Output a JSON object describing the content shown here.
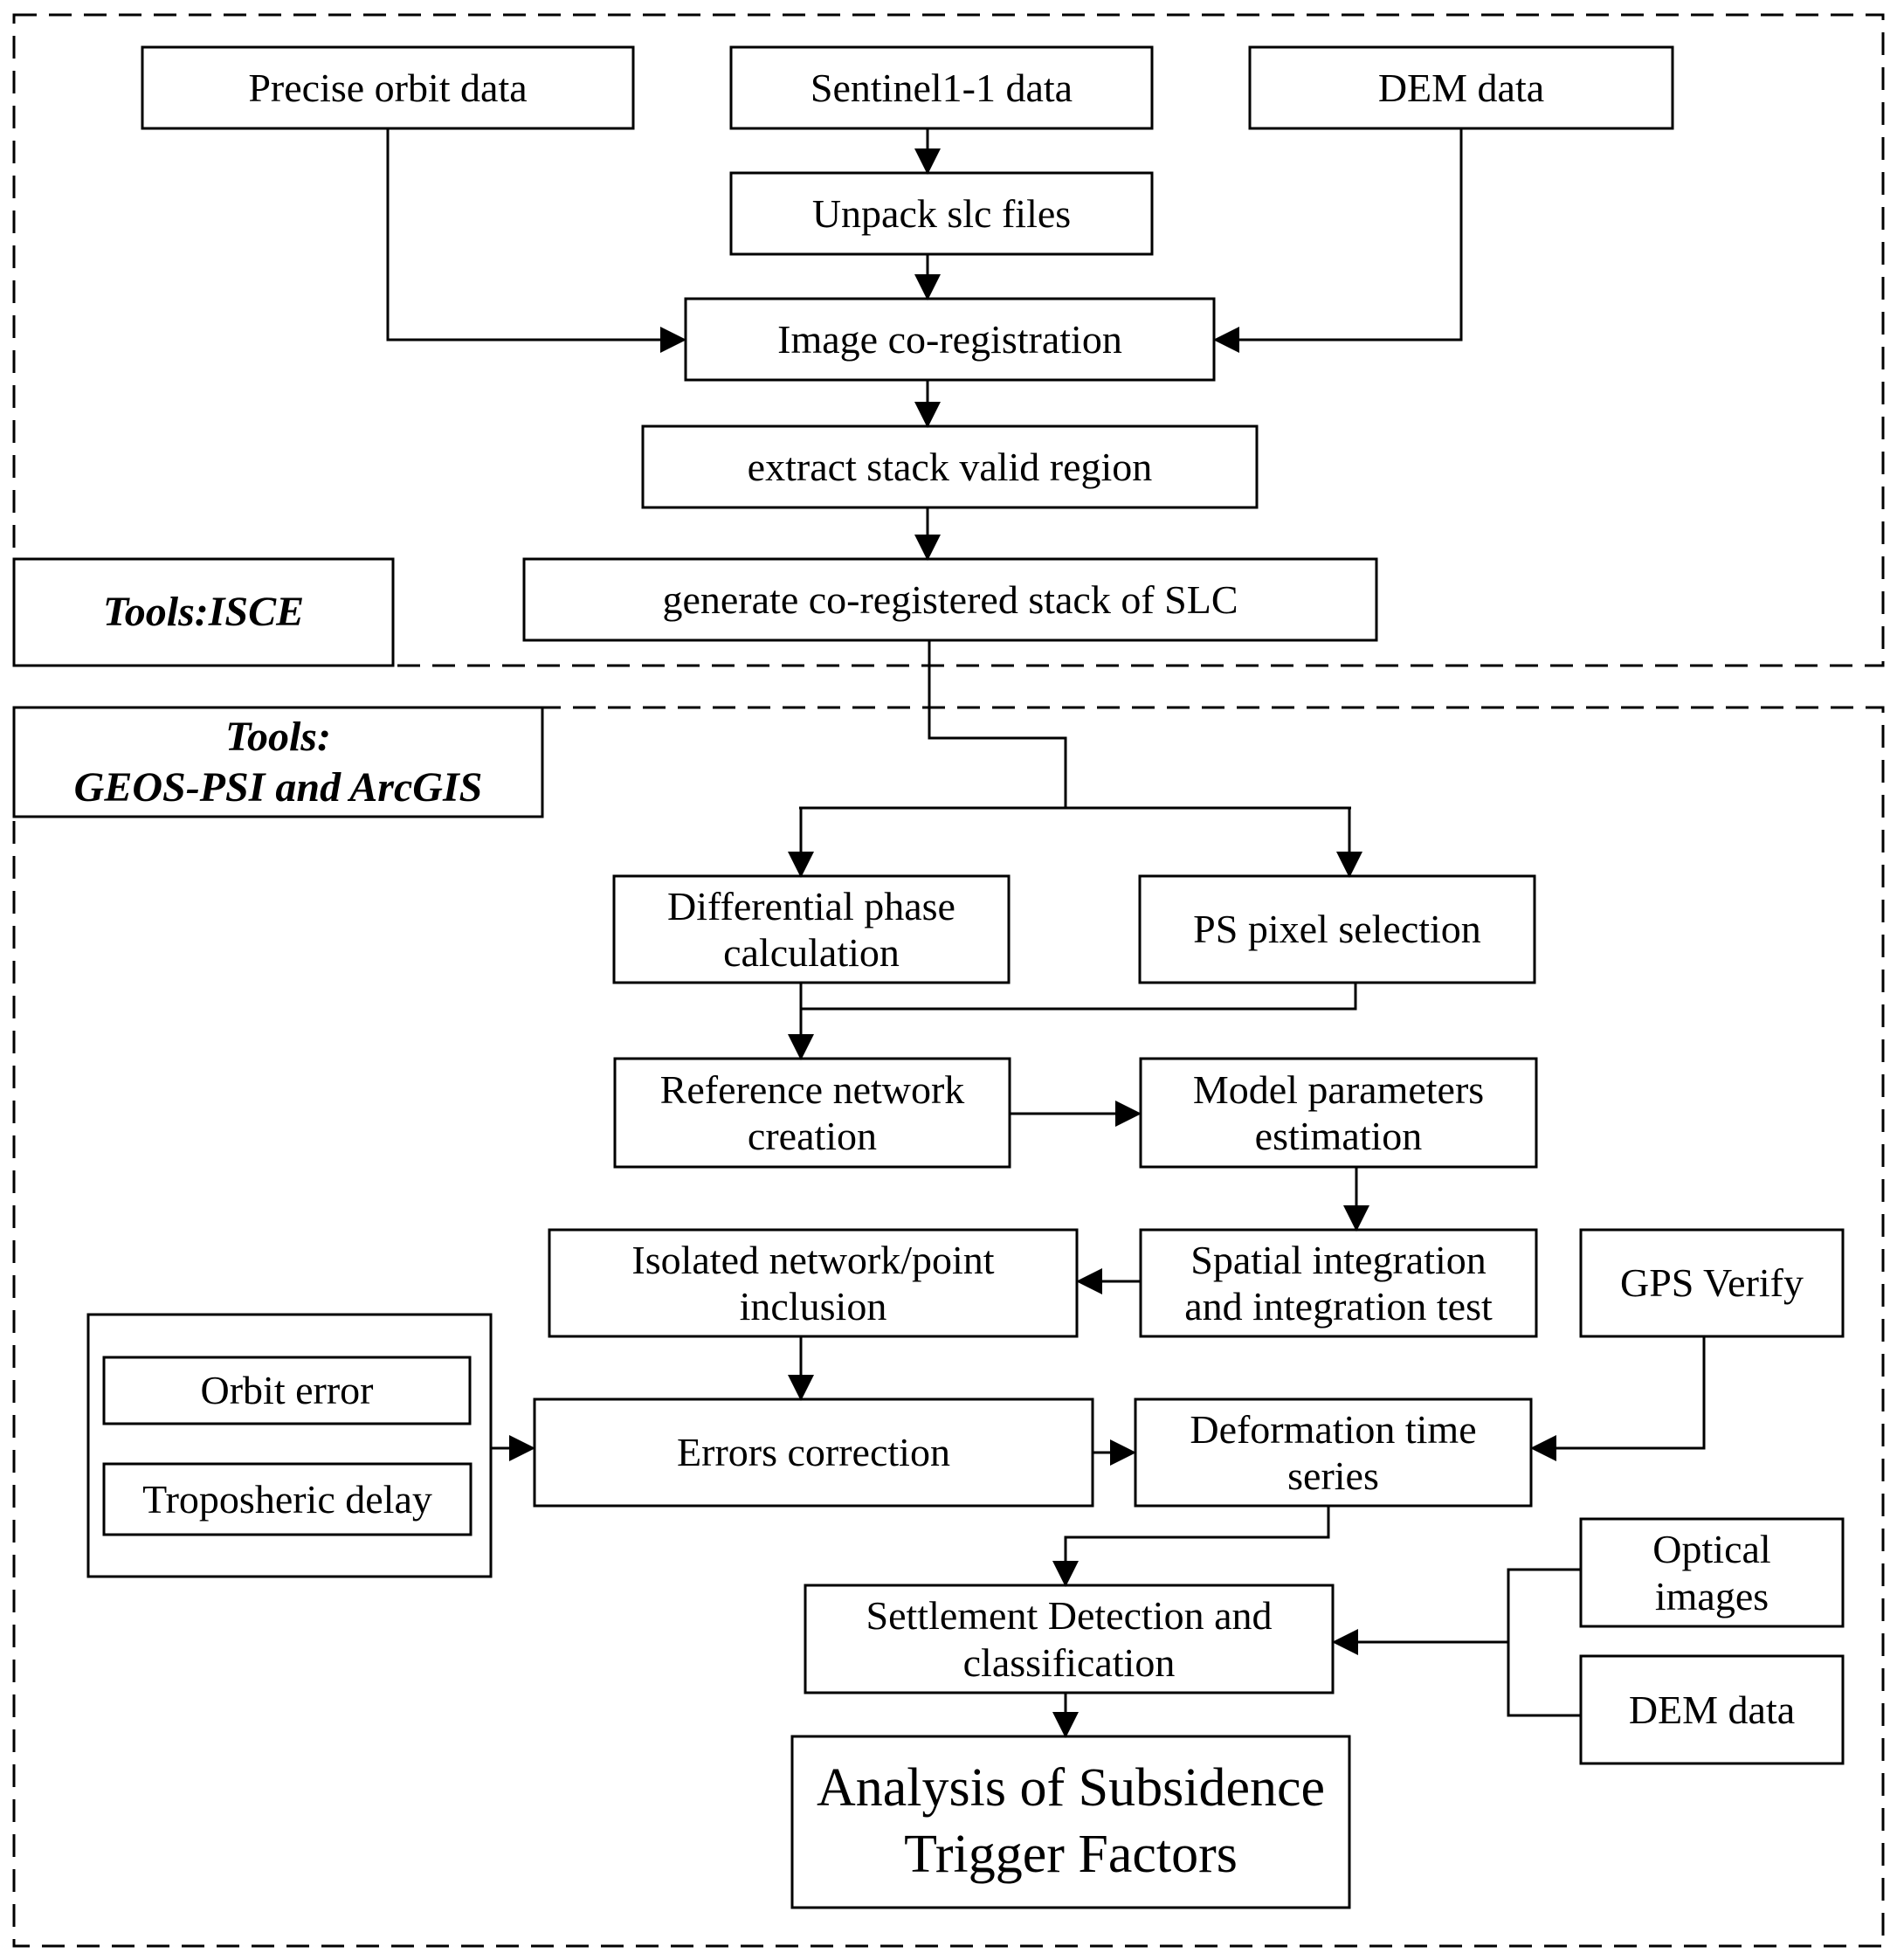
{
  "panels": {
    "top_tools": "Tools:ISCE",
    "bottom_tools_line1": "Tools:",
    "bottom_tools_line2": "GEOS-PSI and ArcGIS"
  },
  "nodes": {
    "precise_orbit": "Precise orbit data",
    "sentinel1": "Sentinel1-1 data",
    "dem_top": "DEM data",
    "unpack_slc": "Unpack slc files",
    "coregistration": "Image co-registration",
    "extract_stack": "extract stack valid region",
    "generate_stack": "generate co-registered stack of SLC",
    "diff_phase_1": "Differential phase",
    "diff_phase_2": "calculation",
    "ps_selection": "PS pixel selection",
    "ref_network_1": "Reference network",
    "ref_network_2": "creation",
    "model_params_1": "Model parameters",
    "model_params_2": "estimation",
    "isolated_1": "Isolated network/point",
    "isolated_2": "inclusion",
    "spatial_1": "Spatial integration",
    "spatial_2": "and integration test",
    "gps_verify": "GPS Verify",
    "orbit_error": "Orbit error",
    "tropo_delay": "Troposheric delay",
    "errors_correction": "Errors correction",
    "deformation_1": "Deformation time",
    "deformation_2": "series",
    "settlement_1": "Settlement Detection and",
    "settlement_2": "classification",
    "optical_1": "Optical",
    "optical_2": "images",
    "dem_bottom": "DEM data",
    "analysis_1": "Analysis of Subsidence",
    "analysis_2": "Trigger Factors"
  }
}
